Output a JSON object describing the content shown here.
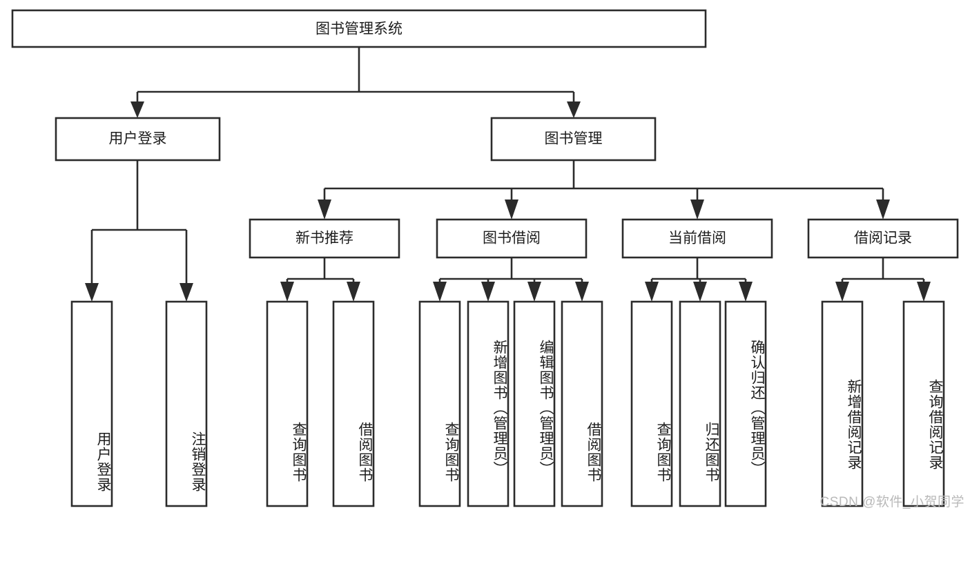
{
  "diagram": {
    "title": "图书管理系统",
    "type": "hierarchy-tree",
    "orientation": "top-down",
    "levels": 4,
    "colors": {
      "box_fill": "#ffffff",
      "box_stroke": "#2b2b2b",
      "text": "#1d1d1d",
      "background": "#ffffff",
      "watermark": "#b9b9b9"
    },
    "root": {
      "label": "图书管理系统"
    },
    "level2": [
      {
        "label": "用户登录"
      },
      {
        "label": "图书管理"
      }
    ],
    "level3": [
      {
        "label": "新书推荐"
      },
      {
        "label": "图书借阅"
      },
      {
        "label": "当前借阅"
      },
      {
        "label": "借阅记录"
      }
    ],
    "leaves": {
      "user_login": [
        {
          "label": "用户登录"
        },
        {
          "label": "注销登录"
        }
      ],
      "new_book_recommend": [
        {
          "label": "查询图书"
        },
        {
          "label": "借阅图书"
        }
      ],
      "book_borrow": [
        {
          "label": "查询图书"
        },
        {
          "label": "新增图书（管理员）"
        },
        {
          "label": "编辑图书（管理员）"
        },
        {
          "label": "借阅图书"
        }
      ],
      "current_borrow": [
        {
          "label": "查询图书"
        },
        {
          "label": "归还图书"
        },
        {
          "label": "确认归还（管理员）"
        }
      ],
      "borrow_record": [
        {
          "label": "新增借阅记录"
        },
        {
          "label": "查询借阅记录"
        }
      ]
    }
  },
  "watermark": {
    "text": "CSDN @软件_小贺同学"
  }
}
